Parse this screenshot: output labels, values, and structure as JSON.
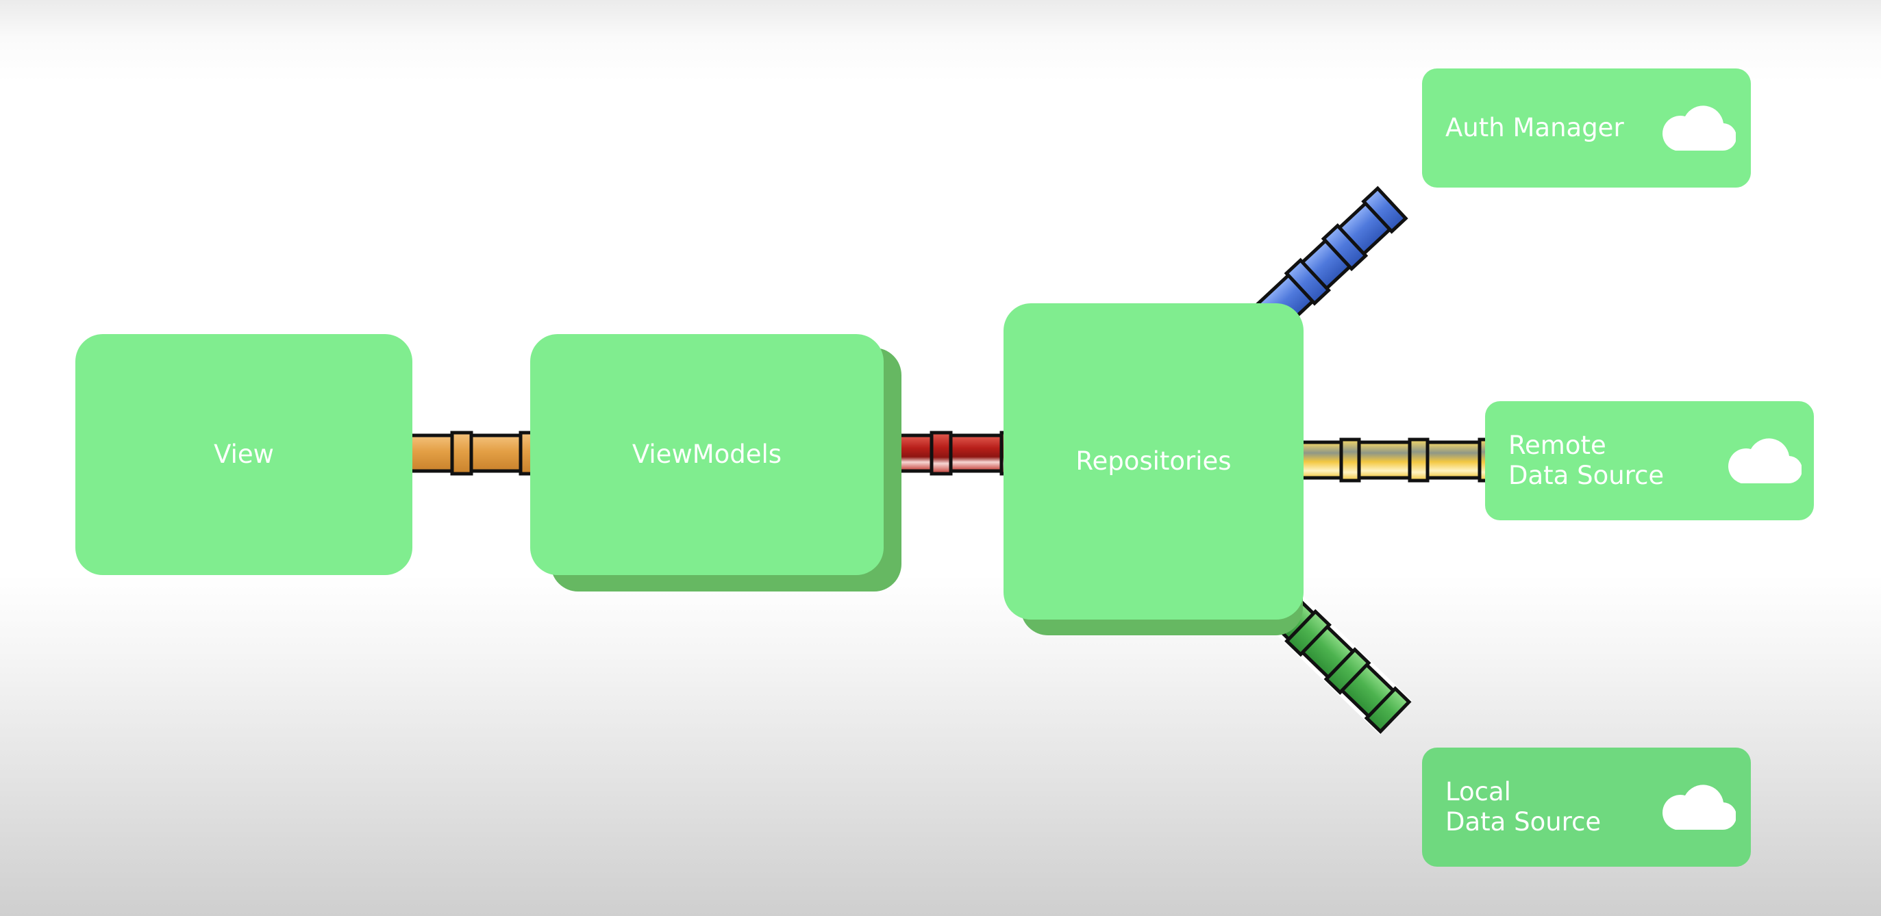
{
  "layers": {
    "view": "View",
    "viewmodels": "ViewModels",
    "repositories": "Repositories"
  },
  "sources": {
    "auth": {
      "line1": "Auth Manager",
      "icon": "cloud-icon"
    },
    "remote": {
      "line1": "Remote",
      "line2": "Data Source",
      "icon": "cloud-icon"
    },
    "local": {
      "line1": "Local",
      "line2": "Data Source",
      "icon": "cloud-icon"
    }
  },
  "colors": {
    "box": "#80ed8f",
    "box_shadow": "#66b862",
    "pipe_orange": "#e7a54c",
    "pipe_red": "#b3201d",
    "pipe_blue": "#4f79dc",
    "pipe_yellow": "#f2cf57",
    "pipe_green": "#4db34f"
  }
}
